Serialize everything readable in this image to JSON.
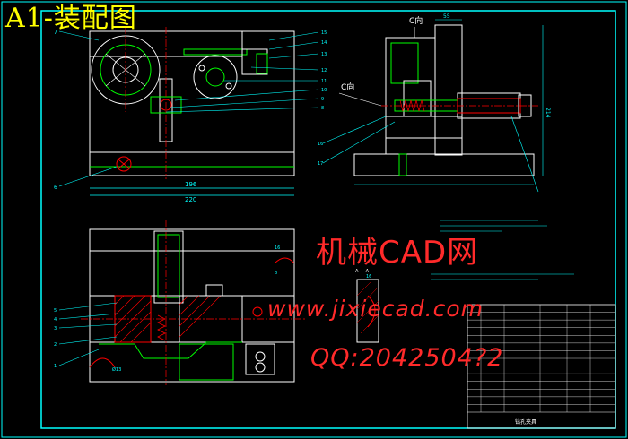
{
  "title": "A1-装配图",
  "watermark": {
    "site_name": "机械CAD网",
    "url": "www.jixiecad.com",
    "qq": "QQ:2042504?2"
  },
  "views": {
    "top_left": {
      "dims": [
        "196",
        "220"
      ],
      "callouts": [
        "7",
        "6"
      ],
      "callouts_right": [
        "15",
        "14",
        "13",
        "12",
        "11",
        "10",
        "9",
        "8"
      ]
    },
    "top_right": {
      "section_label_top": "C向",
      "section_label_left": "C向",
      "dims": [
        "55",
        "214"
      ],
      "callouts": [
        "16",
        "17"
      ]
    },
    "bottom_left": {
      "dims": [
        "16",
        "8",
        "Ø13"
      ],
      "callouts": [
        "5",
        "4",
        "3",
        "2",
        "1"
      ]
    },
    "detail": {
      "label": "A — A",
      "dim": "16"
    }
  },
  "title_block": {
    "name": "钻孔夹具",
    "rows": 14
  },
  "colors": {
    "frame": "#00ffff",
    "outline": "#ffffff",
    "parts": "#00ff00",
    "hatch": "#ff0000",
    "centerline": "#ff0000",
    "dimension": "#00ffff",
    "title": "#ffff00",
    "watermark": "#ff2a2a"
  }
}
